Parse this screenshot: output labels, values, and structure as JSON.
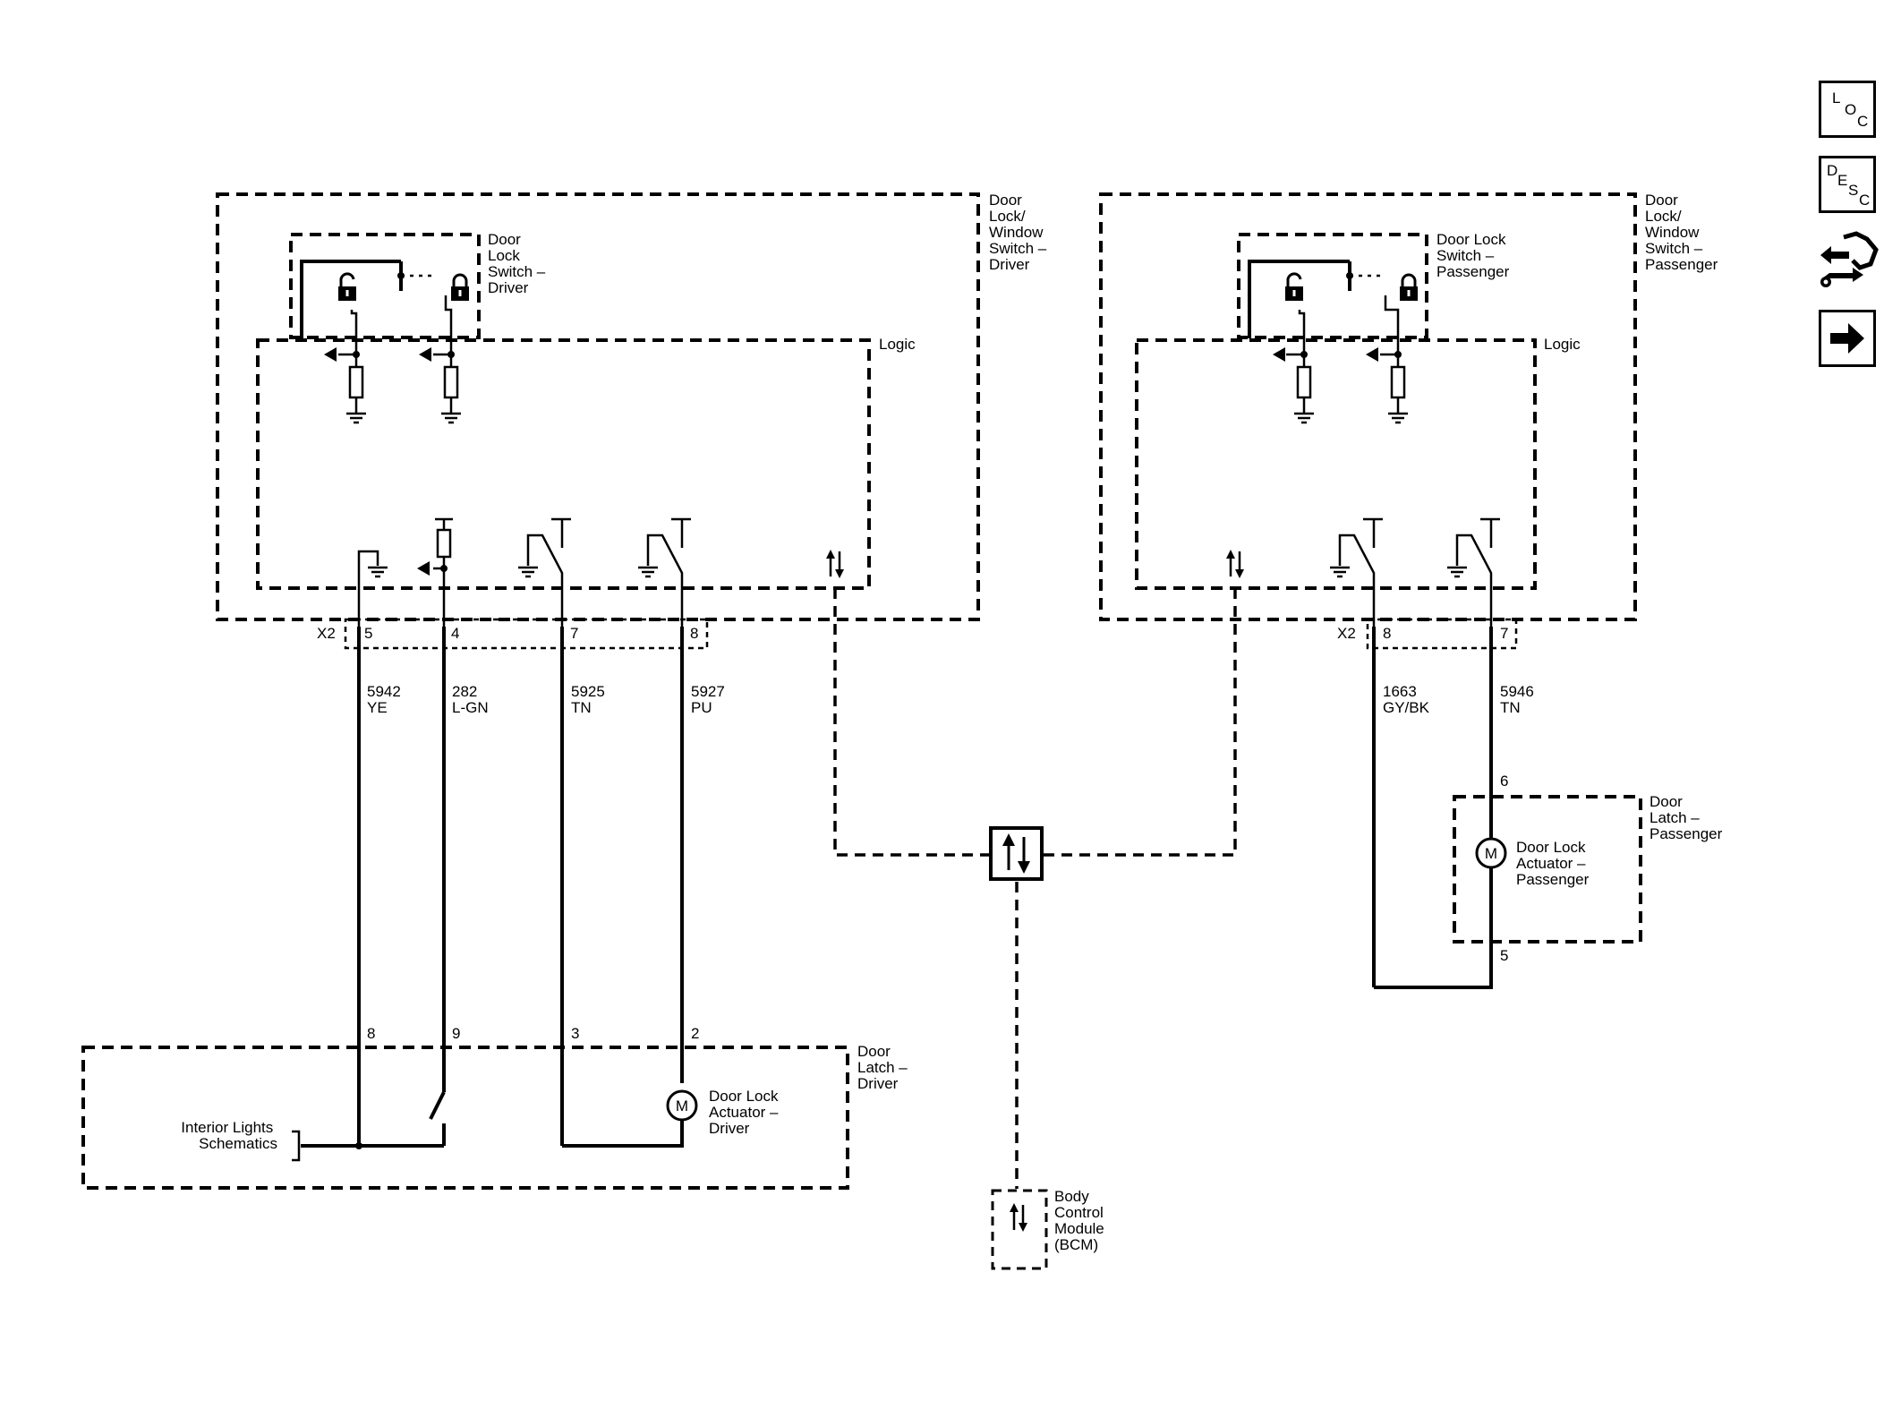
{
  "nav": {
    "loc": {
      "l1": "L",
      "l2": "O",
      "l3": "C"
    },
    "desc": {
      "l1": "D",
      "l2": "E",
      "l3": "S",
      "l4": "C"
    }
  },
  "driver_switch": {
    "module_label": [
      "Door",
      "Lock/",
      "Window",
      "Switch –",
      "Driver"
    ],
    "switch_label": [
      "Door",
      "Lock",
      "Switch –",
      "Driver"
    ],
    "logic_label": "Logic",
    "connector": "X2",
    "pins": [
      "5",
      "4",
      "7",
      "8"
    ]
  },
  "passenger_switch": {
    "module_label": [
      "Door",
      "Lock/",
      "Window",
      "Switch –",
      "Passenger"
    ],
    "switch_label": [
      "Door Lock",
      "Switch –",
      "Passenger"
    ],
    "logic_label": "Logic",
    "connector": "X2",
    "pins": [
      "8",
      "7"
    ]
  },
  "wires": {
    "w5942": {
      "circuit": "5942",
      "color": "YE"
    },
    "w282": {
      "circuit": "282",
      "color": "L-GN"
    },
    "w5925": {
      "circuit": "5925",
      "color": "TN"
    },
    "w5927": {
      "circuit": "5927",
      "color": "PU"
    },
    "w1663": {
      "circuit": "1663",
      "color": "GY/BK"
    },
    "w5946": {
      "circuit": "5946",
      "color": "TN"
    }
  },
  "driver_latch": {
    "label": [
      "Door",
      "Latch –",
      "Driver"
    ],
    "pins": [
      "8",
      "9",
      "3",
      "2"
    ],
    "actuator_label": [
      "Door Lock",
      "Actuator –",
      "Driver"
    ],
    "motor_symbol": "M",
    "interior_lights": [
      "Interior Lights",
      "Schematics"
    ]
  },
  "passenger_latch": {
    "label": [
      "Door",
      "Latch –",
      "Passenger"
    ],
    "pin_top": "6",
    "pin_bottom": "5",
    "actuator_label": [
      "Door Lock",
      "Actuator –",
      "Passenger"
    ],
    "motor_symbol": "M"
  },
  "bcm": {
    "label": [
      "Body",
      "Control",
      "Module",
      "(BCM)"
    ]
  }
}
